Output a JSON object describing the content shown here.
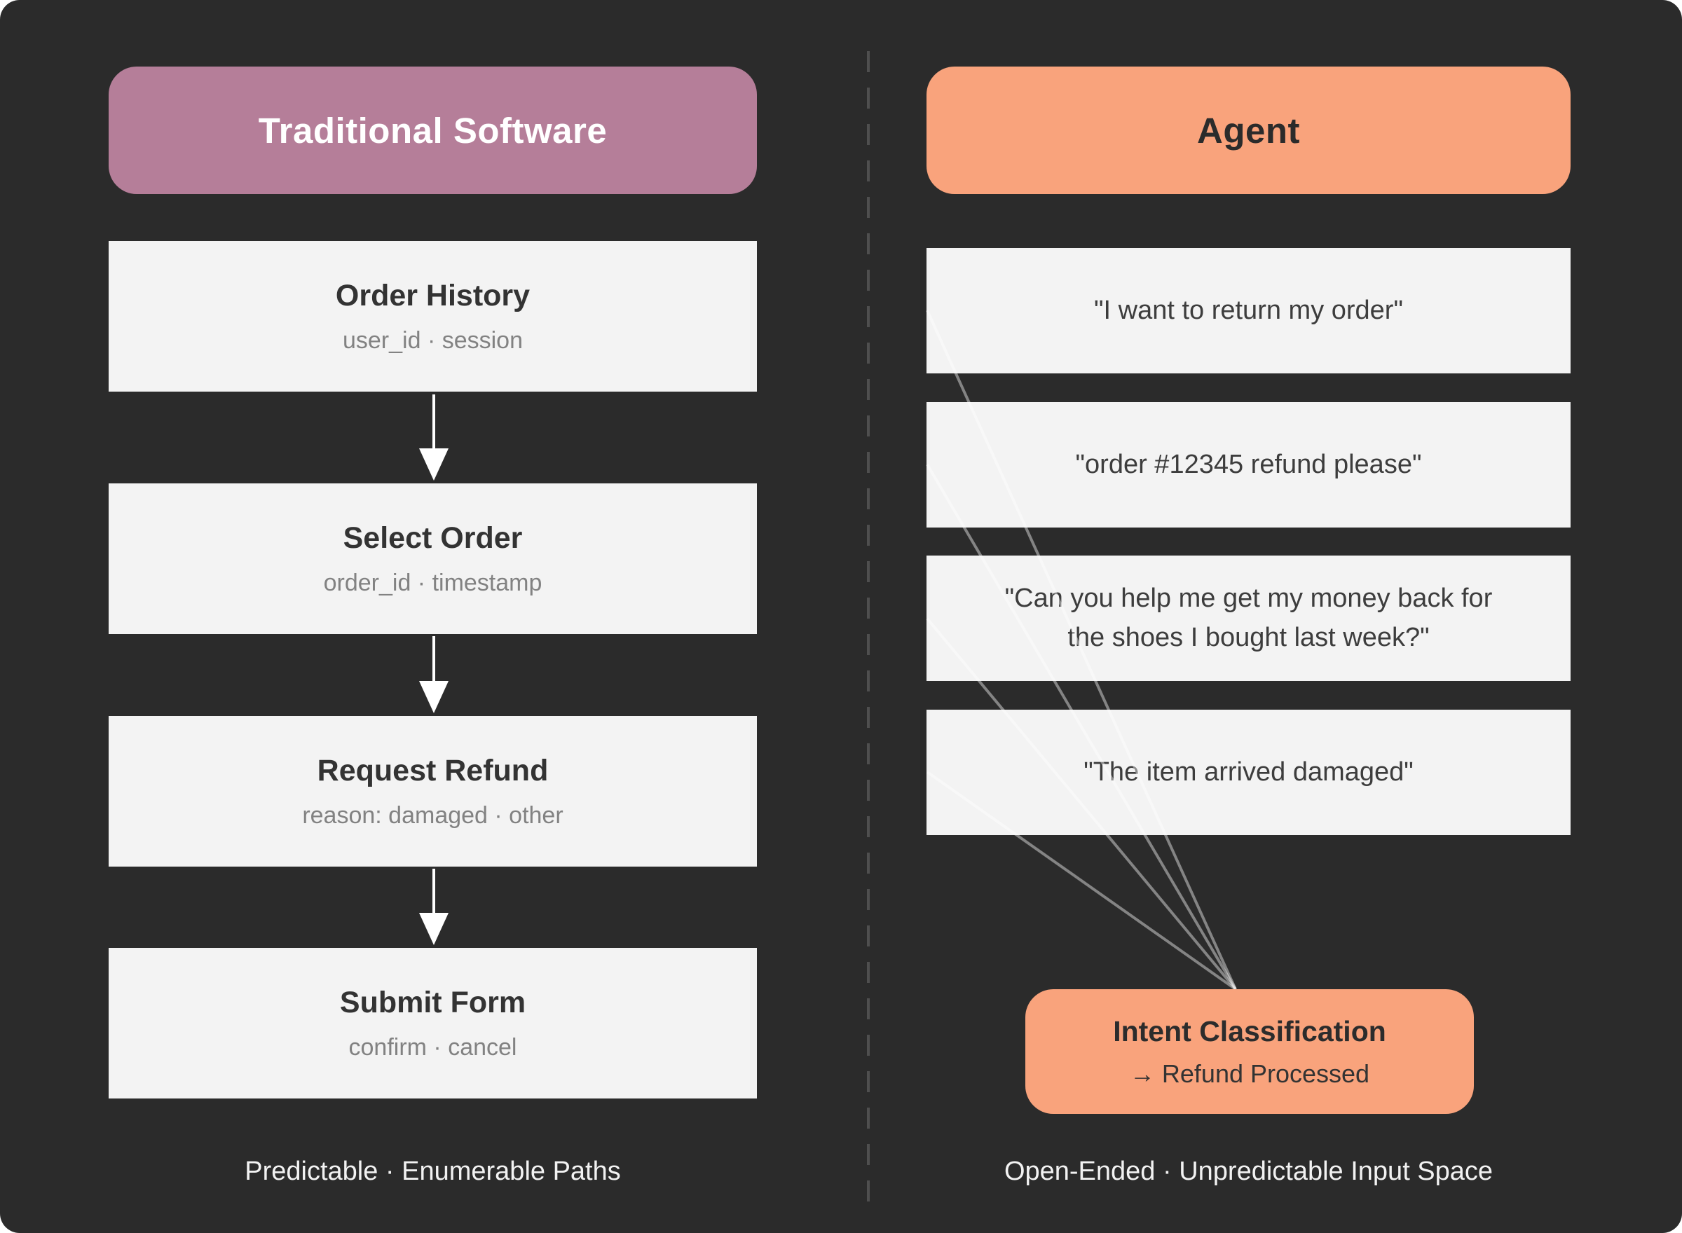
{
  "colors": {
    "canvas_bg": "#2b2b2b",
    "traditional_header": "#b57e99",
    "agent_accent": "#f9a37c",
    "box_bg": "#f3f3f3",
    "line": "#8f9393"
  },
  "left": {
    "header": "Traditional Software",
    "steps": [
      {
        "title": "Order History",
        "subtitle": "user_id · session"
      },
      {
        "title": "Select Order",
        "subtitle": "order_id · timestamp"
      },
      {
        "title": "Request Refund",
        "subtitle": "reason: damaged · other"
      },
      {
        "title": "Submit Form",
        "subtitle": "confirm · cancel"
      }
    ],
    "footer": "Predictable · Enumerable Paths"
  },
  "right": {
    "header": "Agent",
    "quotes": [
      "\"I want to return my order\"",
      "\"order #12345 refund please\"",
      "\"Can you help me get my money back for the shoes I bought last week?\"",
      "\"The item arrived damaged\""
    ],
    "intent": {
      "title": "Intent Classification",
      "subtitle": "→ Refund Processed"
    },
    "footer": "Open-Ended · Unpredictable Input Space"
  }
}
